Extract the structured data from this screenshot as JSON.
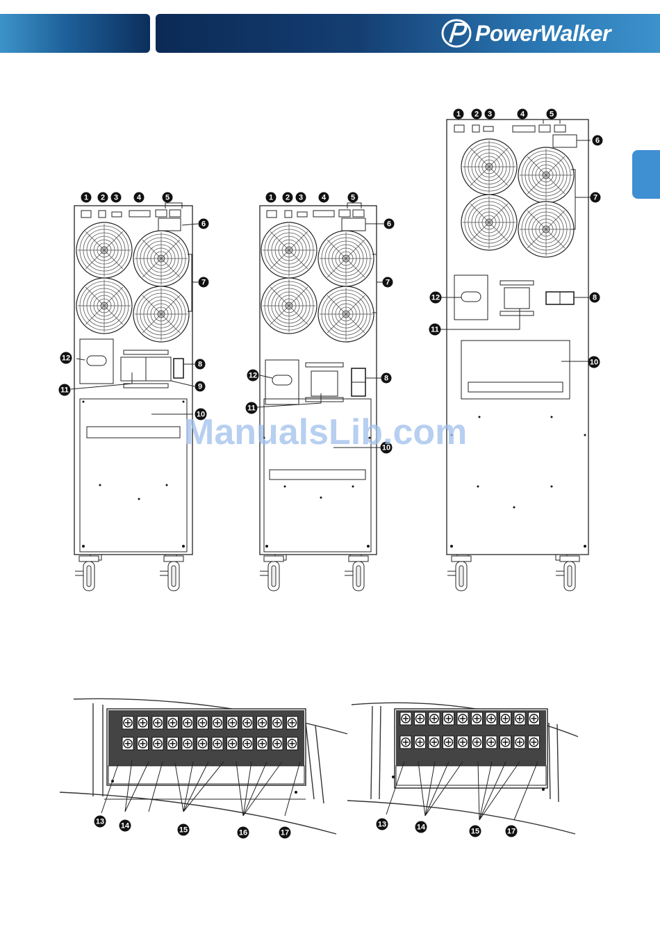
{
  "brand": {
    "name": "PowerWalker",
    "icon": "powerwalker-logo-icon",
    "header_colors": [
      "#3d93c9",
      "#0b2a55",
      "#3c92cc"
    ],
    "tab_color": "#3f8fd3"
  },
  "watermark": "ManualsLib.com",
  "diagrams": {
    "panel_a": {
      "labels": [
        "1",
        "2",
        "3",
        "4",
        "5",
        "6",
        "7",
        "8",
        "9",
        "10",
        "11",
        "12"
      ]
    },
    "panel_b": {
      "labels": [
        "1",
        "2",
        "3",
        "4",
        "5",
        "6",
        "7",
        "8",
        "10",
        "11",
        "12"
      ]
    },
    "panel_c": {
      "labels": [
        "1",
        "2",
        "3",
        "4",
        "5",
        "6",
        "7",
        "8",
        "10",
        "11",
        "12"
      ]
    },
    "terminal_a": {
      "labels": [
        "13",
        "14",
        "15",
        "16",
        "17"
      ]
    },
    "terminal_b": {
      "labels": [
        "13",
        "14",
        "15",
        "17"
      ]
    }
  }
}
